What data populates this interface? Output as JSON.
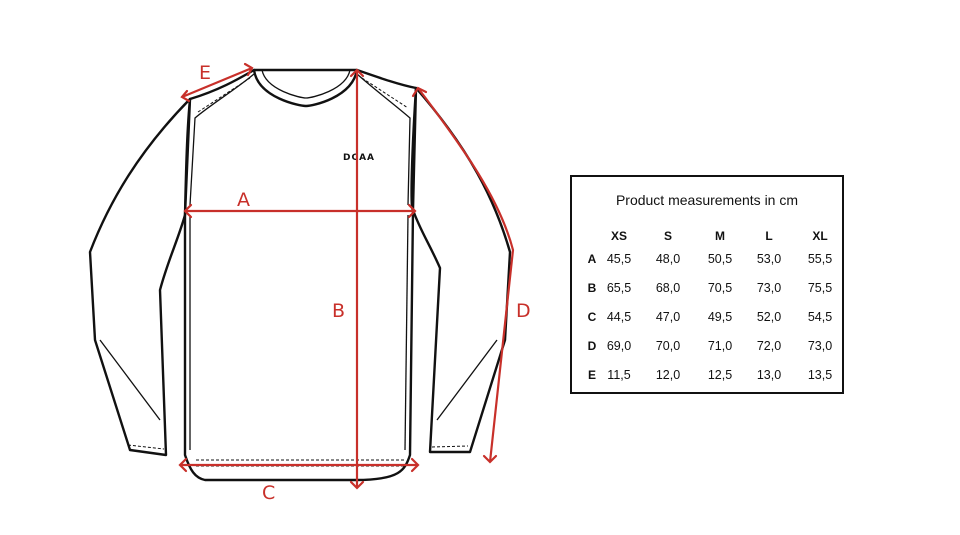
{
  "diagram": {
    "logo_text": "DCAA",
    "dimension_labels": {
      "A": "A",
      "B": "B",
      "C": "C",
      "D": "D",
      "E": "E"
    },
    "colors": {
      "dimension": "#c8302a",
      "outline": "#111111"
    }
  },
  "size_table": {
    "title": "Product measurements in cm",
    "columns": [
      "XS",
      "S",
      "M",
      "L",
      "XL"
    ],
    "rows": [
      {
        "label": "A",
        "values": [
          "45,5",
          "48,0",
          "50,5",
          "53,0",
          "55,5"
        ]
      },
      {
        "label": "B",
        "values": [
          "65,5",
          "68,0",
          "70,5",
          "73,0",
          "75,5"
        ]
      },
      {
        "label": "C",
        "values": [
          "44,5",
          "47,0",
          "49,5",
          "52,0",
          "54,5"
        ]
      },
      {
        "label": "D",
        "values": [
          "69,0",
          "70,0",
          "71,0",
          "72,0",
          "73,0"
        ]
      },
      {
        "label": "E",
        "values": [
          "11,5",
          "12,0",
          "12,5",
          "13,0",
          "13,5"
        ]
      }
    ]
  }
}
